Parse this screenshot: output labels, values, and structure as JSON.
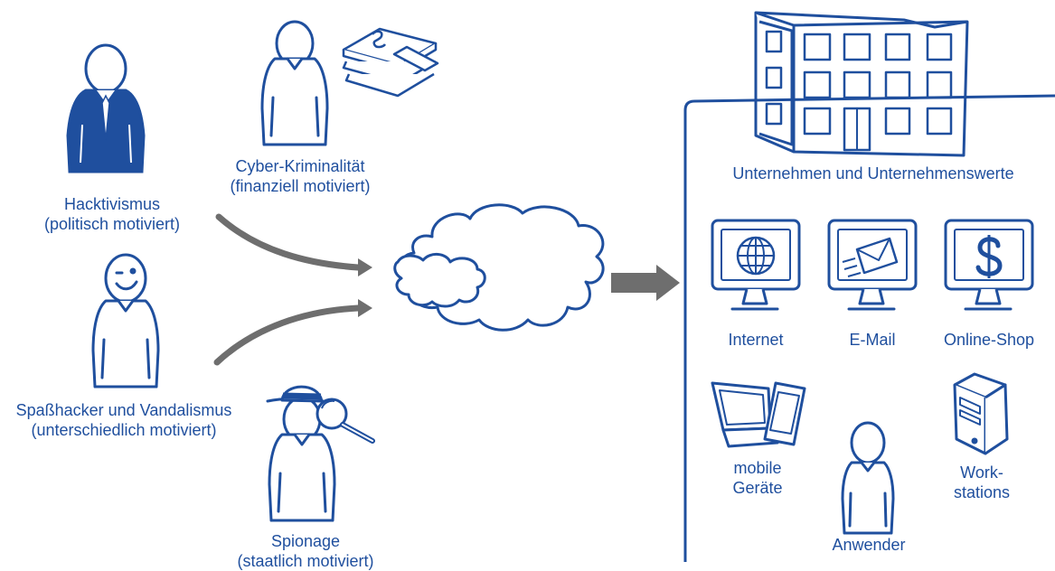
{
  "actors": {
    "hacktivism": {
      "line1": "Hacktivismus",
      "line2": "(politisch motiviert)"
    },
    "cybercrime": {
      "line1": "Cyber-Kriminalität",
      "line2": "(finanziell motiviert)"
    },
    "funhacker": {
      "line1": "Spaßhacker und Vandalismus",
      "line2": "(unterschiedlich motiviert)"
    },
    "espionage": {
      "line1": "Spionage",
      "line2": "(staatlich motiviert)"
    }
  },
  "company": {
    "title": "Unternehmen und Unternehmenswerte",
    "assets": {
      "internet": "Internet",
      "email": "E-Mail",
      "shop": "Online-Shop",
      "mobile": {
        "line1": "mobile",
        "line2": "Geräte"
      },
      "users": "Anwender",
      "workstations": {
        "line1": "Work-",
        "line2": "stations"
      }
    }
  },
  "colors": {
    "primary": "#1f4f9e",
    "arrow": "#6e6e6e",
    "suit": "#1f4f9e"
  },
  "icons": [
    "suit-person-icon",
    "person-icon",
    "money-stack-icon",
    "winking-person-icon",
    "spy-person-icon",
    "magnifier-icon",
    "cloud-icon",
    "building-icon",
    "globe-monitor-icon",
    "email-monitor-icon",
    "dollar-monitor-icon",
    "laptop-icon",
    "smartphone-icon",
    "workstation-tower-icon"
  ]
}
